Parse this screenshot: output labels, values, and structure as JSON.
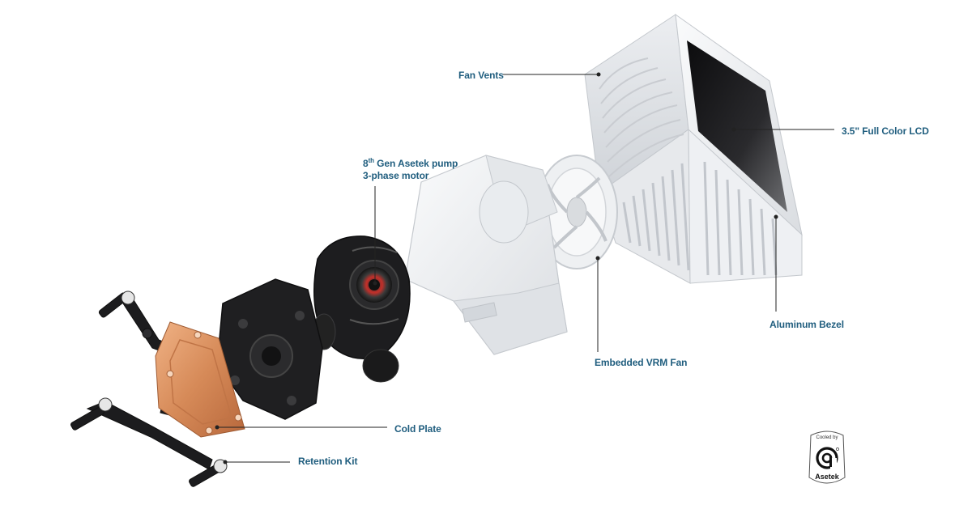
{
  "callouts": {
    "fan_vents": "Fan Vents",
    "lcd": "3.5\" Full Color LCD",
    "pump_line1_prefix": "8",
    "pump_line1_sup": "th",
    "pump_line1_suffix": " Gen Asetek pump",
    "pump_line2": "3-phase motor",
    "aluminum_bezel": "Aluminum Bezel",
    "vrm_fan": "Embedded VRM Fan",
    "cold_plate": "Cold Plate",
    "retention_kit": "Retention Kit"
  },
  "badge": {
    "cooled_by": "Cooled by",
    "brand": "Asetek"
  },
  "colors": {
    "label": "#1f5d7e",
    "leader_line": "#222222",
    "housing_white": "#f2f3f5",
    "pump_black": "#1c1c1e",
    "copper": "#d9905f",
    "motor_red": "#c2302a",
    "lcd_dark": "#1a1a1c"
  }
}
